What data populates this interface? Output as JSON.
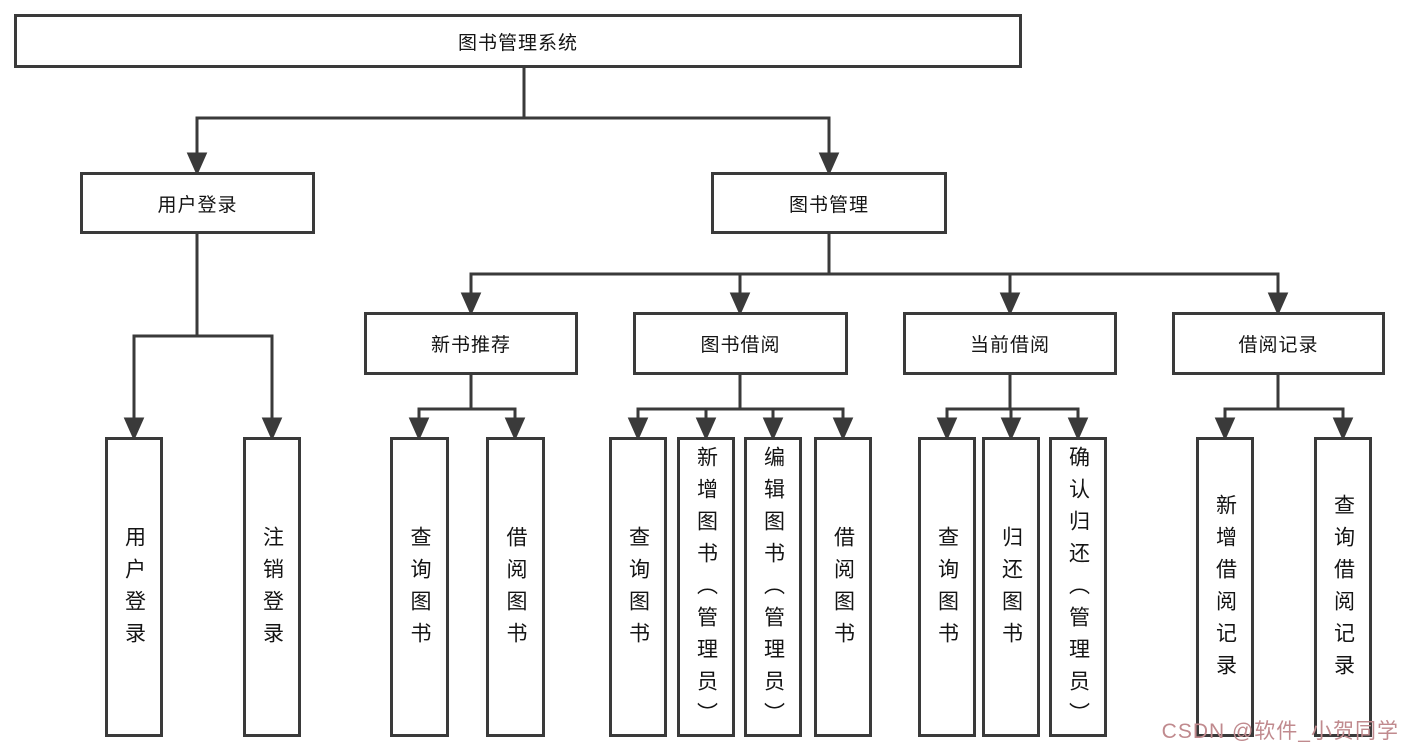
{
  "diagram": {
    "root": {
      "label": "图书管理系统"
    },
    "level2": [
      {
        "label": "用户登录"
      },
      {
        "label": "图书管理"
      }
    ],
    "level3": [
      {
        "label": "新书推荐"
      },
      {
        "label": "图书借阅"
      },
      {
        "label": "当前借阅"
      },
      {
        "label": "借阅记录"
      }
    ],
    "leaves": {
      "user_login": [
        "用户登录",
        "注销登录"
      ],
      "new_books": [
        "查询图书",
        "借阅图书"
      ],
      "book_borrow": [
        "查询图书",
        "新增图书（管理员）",
        "编辑图书（管理员）",
        "借阅图书"
      ],
      "current_borrow": [
        "查询图书",
        "归还图书",
        "确认归还（管理员）"
      ],
      "borrow_records": [
        "新增借阅记录",
        "查询借阅记录"
      ]
    },
    "colors": {
      "line": "#3a3a3a",
      "text": "#141414",
      "watermark": "#c08a8e"
    },
    "watermark": "CSDN @软件_小贺同学"
  }
}
